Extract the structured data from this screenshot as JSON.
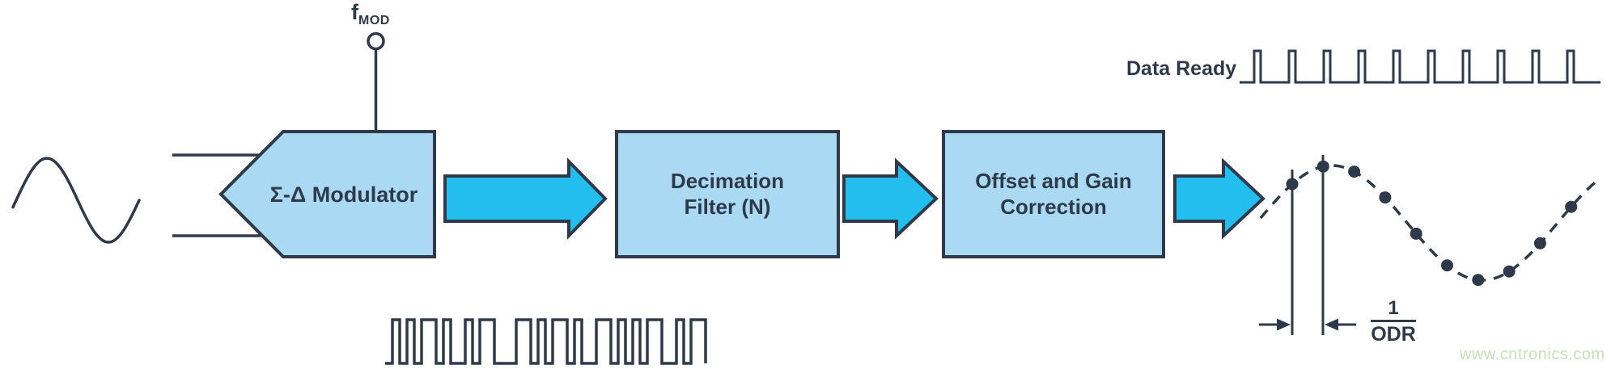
{
  "colors": {
    "ink": "#2e3a49",
    "block_fill": "#a9d9f3",
    "arrow_fill": "#23bdee",
    "watermark": "#c5e4b4",
    "background": "#ffffff"
  },
  "labels": {
    "fmod_base": "f",
    "fmod_sub": "MOD",
    "modulator": "Σ-Δ Modulator",
    "decimation_line1": "Decimation",
    "decimation_line2": "Filter (N)",
    "offset_line1": "Offset and Gain",
    "offset_line2": "Correction",
    "data_ready": "Data Ready",
    "odr_numerator": "1",
    "odr_denominator": "ODR",
    "watermark": "www.cntronics.com"
  },
  "waveforms": {
    "modulator_bitstream": {
      "bits": "01010110100101100011010110100110101011001011"
    },
    "data_ready_pulses": {
      "count": 10
    },
    "sampled_output": {
      "samples": 10
    }
  }
}
